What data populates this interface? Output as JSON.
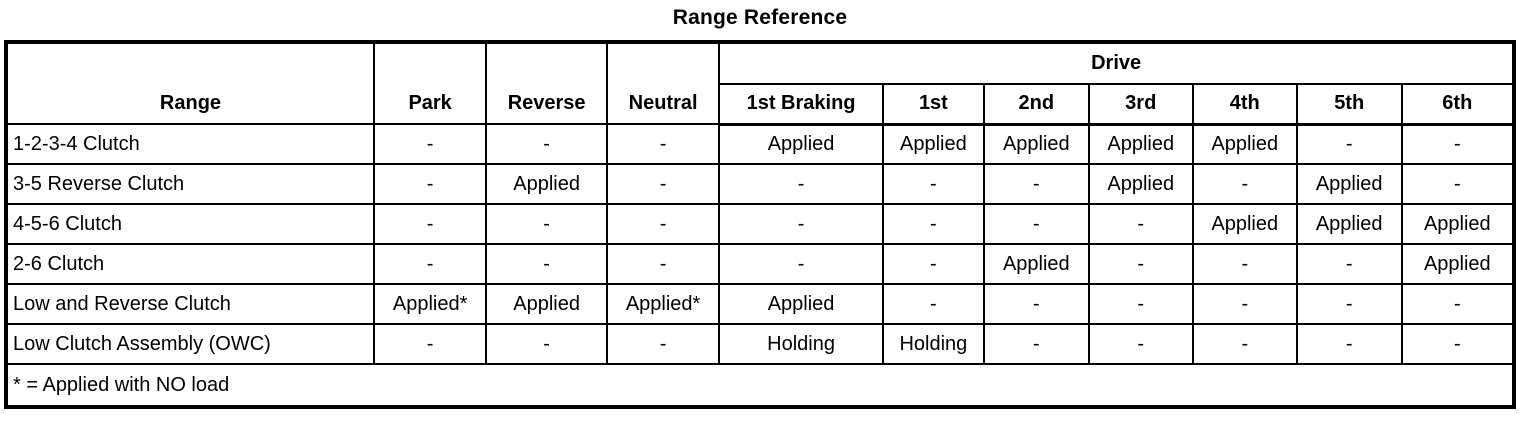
{
  "title": "Range Reference",
  "table": {
    "header": {
      "range": "Range",
      "park": "Park",
      "reverse": "Reverse",
      "neutral": "Neutral",
      "drive": "Drive",
      "drive_columns": [
        "1st Braking",
        "1st",
        "2nd",
        "3rd",
        "4th",
        "5th",
        "6th"
      ]
    },
    "rows": [
      {
        "label": "1-2-3-4 Clutch",
        "values": [
          "-",
          "-",
          "-",
          "Applied",
          "Applied",
          "Applied",
          "Applied",
          "Applied",
          "-",
          "-"
        ]
      },
      {
        "label": "3-5 Reverse Clutch",
        "values": [
          "-",
          "Applied",
          "-",
          "-",
          "-",
          "-",
          "Applied",
          "-",
          "Applied",
          "-"
        ]
      },
      {
        "label": "4-5-6 Clutch",
        "values": [
          "-",
          "-",
          "-",
          "-",
          "-",
          "-",
          "-",
          "Applied",
          "Applied",
          "Applied"
        ]
      },
      {
        "label": "2-6 Clutch",
        "values": [
          "-",
          "-",
          "-",
          "-",
          "-",
          "Applied",
          "-",
          "-",
          "-",
          "Applied"
        ]
      },
      {
        "label": "Low and Reverse Clutch",
        "values": [
          "Applied*",
          "Applied",
          "Applied*",
          "Applied",
          "-",
          "-",
          "-",
          "-",
          "-",
          "-"
        ]
      },
      {
        "label": "Low Clutch Assembly (OWC)",
        "values": [
          "-",
          "-",
          "-",
          "Holding",
          "Holding",
          "-",
          "-",
          "-",
          "-",
          "-"
        ]
      }
    ],
    "footnote": "* = Applied with NO load",
    "colors": {
      "border": "#000000",
      "text": "#000000",
      "background": "#ffffff"
    }
  }
}
